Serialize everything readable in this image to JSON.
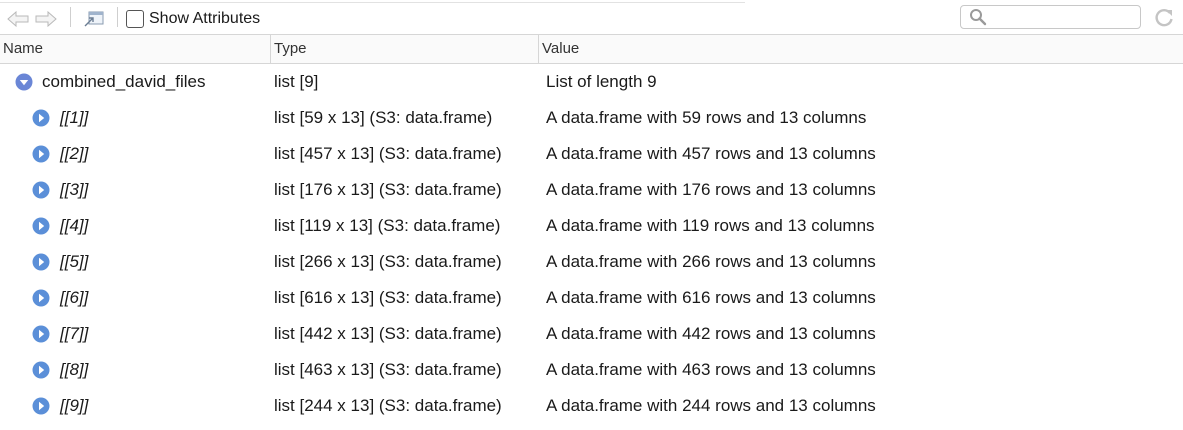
{
  "toolbar": {
    "show_attributes_label": "Show Attributes",
    "show_attributes_checked": false,
    "search_value": "",
    "search_placeholder": "",
    "icons": {
      "back": "arrow-left-icon",
      "forward": "arrow-right-icon",
      "popout": "popout-icon",
      "search": "search-icon",
      "refresh": "refresh-icon"
    }
  },
  "columns": {
    "name": "Name",
    "type": "Type",
    "value": "Value"
  },
  "root": {
    "name": "combined_david_files",
    "type": "list [9]",
    "value": "List of length 9",
    "expanded": true
  },
  "children": [
    {
      "name": "[[1]]",
      "type": "list [59 x 13] (S3: data.frame)",
      "value": "A data.frame with 59 rows and 13 columns"
    },
    {
      "name": "[[2]]",
      "type": "list [457 x 13] (S3: data.frame)",
      "value": "A data.frame with 457 rows and 13 columns"
    },
    {
      "name": "[[3]]",
      "type": "list [176 x 13] (S3: data.frame)",
      "value": "A data.frame with 176 rows and 13 columns"
    },
    {
      "name": "[[4]]",
      "type": "list [119 x 13] (S3: data.frame)",
      "value": "A data.frame with 119 rows and 13 columns"
    },
    {
      "name": "[[5]]",
      "type": "list [266 x 13] (S3: data.frame)",
      "value": "A data.frame with 266 rows and 13 columns"
    },
    {
      "name": "[[6]]",
      "type": "list [616 x 13] (S3: data.frame)",
      "value": "A data.frame with 616 rows and 13 columns"
    },
    {
      "name": "[[7]]",
      "type": "list [442 x 13] (S3: data.frame)",
      "value": "A data.frame with 442 rows and 13 columns"
    },
    {
      "name": "[[8]]",
      "type": "list [463 x 13] (S3: data.frame)",
      "value": "A data.frame with 463 rows and 13 columns"
    },
    {
      "name": "[[9]]",
      "type": "list [244 x 13] (S3: data.frame)",
      "value": "A data.frame with 244 rows and 13 columns"
    }
  ],
  "colors": {
    "expander": "#5b8fd8",
    "expander_root": "#6a86d6"
  }
}
